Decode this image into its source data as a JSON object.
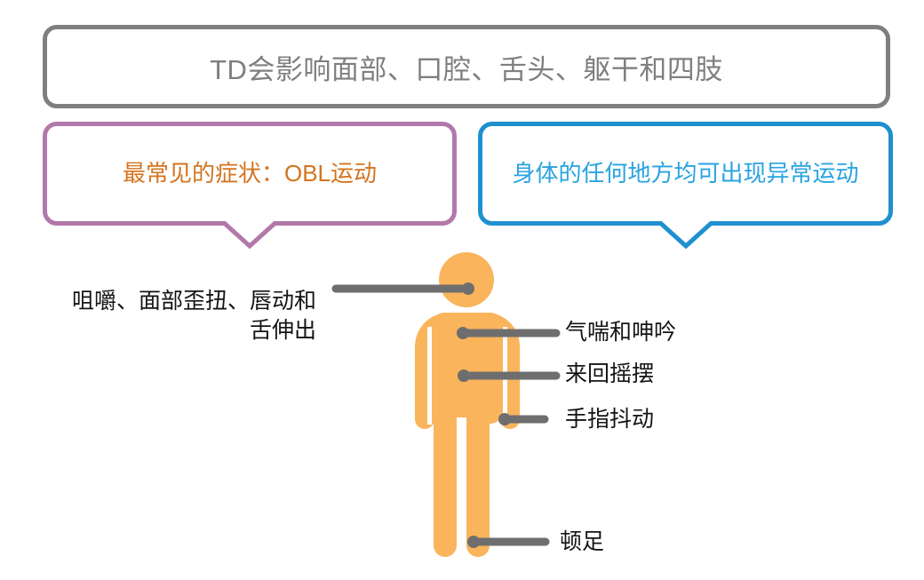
{
  "banner": {
    "text": "TD会影响面部、口腔、舌头、躯干和四肢",
    "border_color": "#7f7f7f",
    "text_color": "#7f7f7f"
  },
  "callouts": [
    {
      "id": "most-common-symptoms",
      "text": "最常见的症状：OBL运动",
      "border_color": "#b278aa",
      "text_color": "#d4741f"
    },
    {
      "id": "abnormal-movements-anywhere",
      "text": "身体的任何地方均可出现异常运动",
      "border_color": "#1e90cf",
      "text_color": "#29a3e0"
    }
  ],
  "figure": {
    "name": "human-body-pictogram",
    "color": "#fab45c"
  },
  "connectors": {
    "color": "#6e6e6e"
  },
  "annotations": [
    {
      "id": "face",
      "text": "咀嚼、面部歪扭、唇动和\n舌伸出",
      "target": "head",
      "side": "left"
    },
    {
      "id": "breathing",
      "text": "气喘和呻吟",
      "target": "chest",
      "side": "right"
    },
    {
      "id": "rocking",
      "text": "来回摇摆",
      "target": "torso",
      "side": "right"
    },
    {
      "id": "fingers",
      "text": "手指抖动",
      "target": "hand",
      "side": "right"
    },
    {
      "id": "stomping",
      "text": "顿足",
      "target": "foot",
      "side": "right"
    }
  ]
}
